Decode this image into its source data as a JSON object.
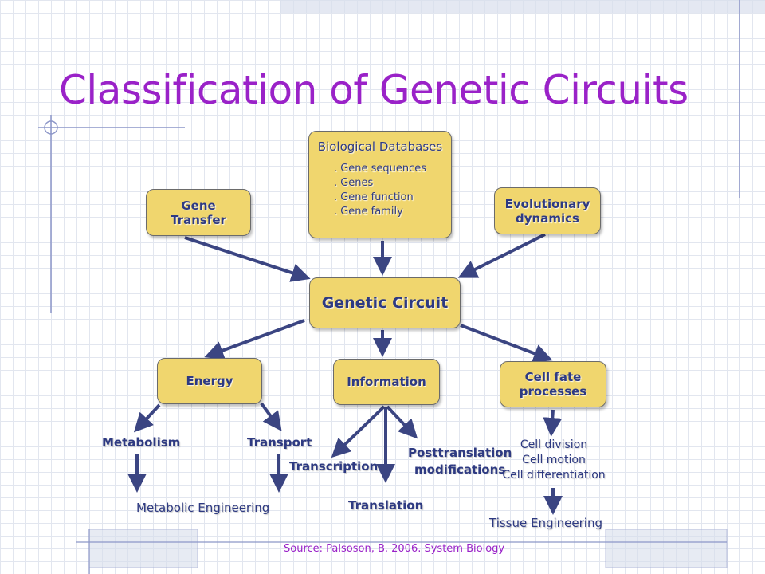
{
  "slide": {
    "title": "Classification of Genetic Circuits",
    "source": "Source: Palsoson, B. 2006. System Biology"
  },
  "diagram": {
    "inputs": {
      "gene_transfer": [
        "Gene",
        "Transfer"
      ],
      "biological_databases": {
        "title": "Biological Databases",
        "items": [
          ". Gene sequences",
          ". Genes",
          ". Gene function",
          ". Gene family"
        ]
      },
      "evolutionary_dynamics": [
        "Evolutionary",
        "dynamics"
      ]
    },
    "center": "Genetic Circuit",
    "categories": {
      "energy": "Energy",
      "information": "Information",
      "cell_fate": [
        "Cell fate",
        "processes"
      ]
    },
    "energy_branch": {
      "metabolism": "Metabolism",
      "transport": "Transport",
      "metabolic_engineering": "Metabolic Engineering"
    },
    "information_branch": {
      "transcription": "Transcription",
      "translation": "Translation",
      "posttranslation": [
        "Posttranslation",
        "modifications"
      ]
    },
    "cell_fate_branch": {
      "processes": [
        "Cell division",
        "Cell motion",
        "Cell differentiation"
      ],
      "tissue_engineering": "Tissue Engineering"
    }
  },
  "colors": {
    "title": "#9a22c8",
    "box_fill": "#f0d66e",
    "text": "#2e3a82",
    "arrow": "#3b4582"
  }
}
